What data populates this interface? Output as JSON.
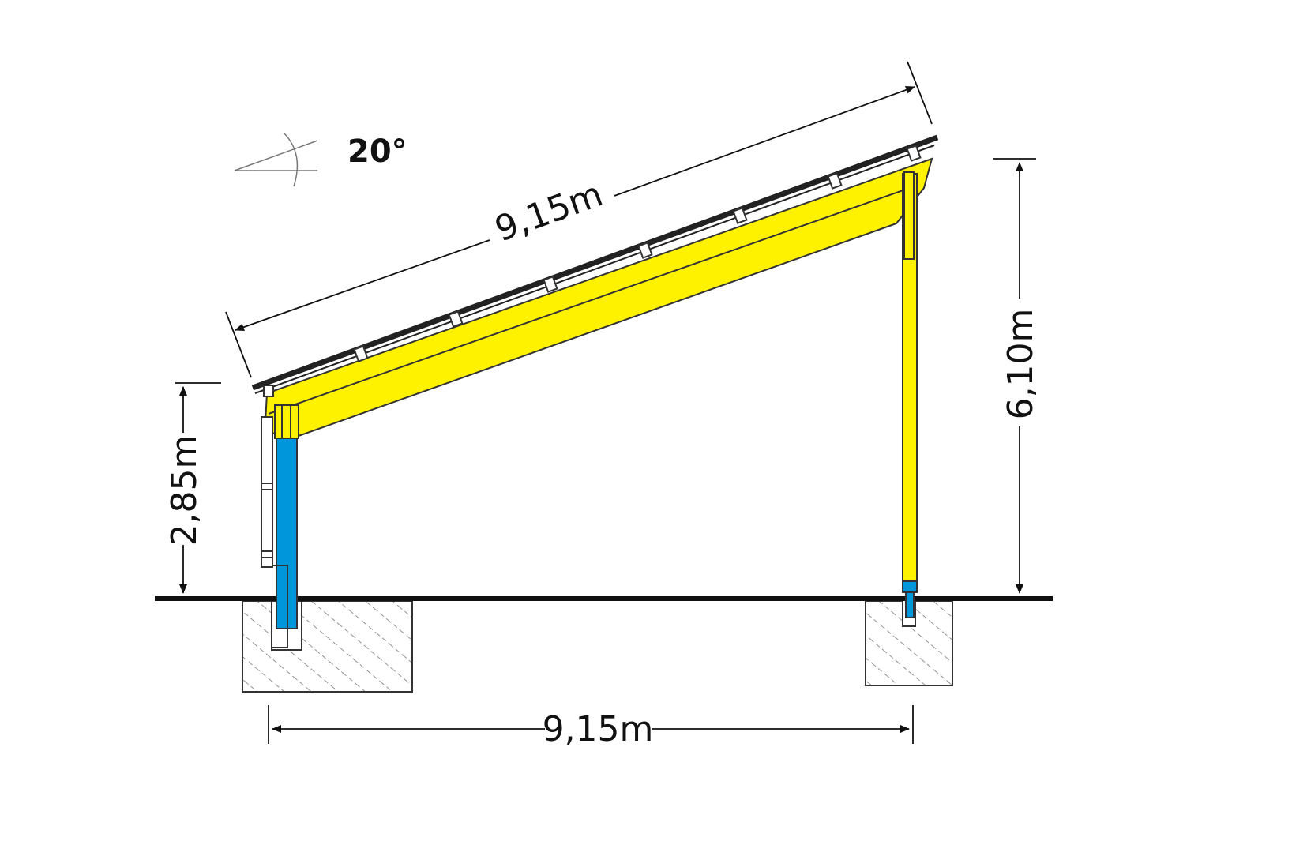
{
  "labels": {
    "angle": "20°",
    "slope_length": "9,15m",
    "span_length": "9,15m",
    "low_height": "2,85m",
    "high_height": "6,10m"
  },
  "colors": {
    "beam": "#FFF200",
    "column": "#0096DC",
    "line": "#1a1a1a",
    "footing_hatch": "#555555"
  }
}
